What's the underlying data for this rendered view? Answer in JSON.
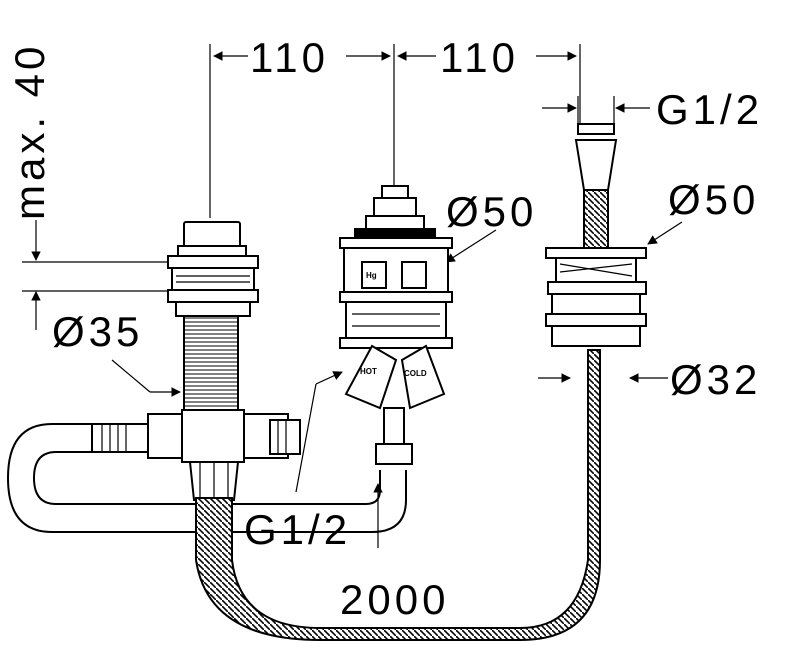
{
  "dimensions": {
    "max_height": "max. 40",
    "spacing_left": "110",
    "spacing_right": "110",
    "thread_top": "G1/2",
    "dia_valve": "Ø50",
    "dia_right": "Ø50",
    "dia_left": "Ø35",
    "dia_hose": "Ø32",
    "thread_bottom": "G1/2",
    "hose_length": "2000"
  },
  "part_markings": {
    "hg_logo": "Hg",
    "hot": "HOT",
    "cold": "COLD"
  }
}
